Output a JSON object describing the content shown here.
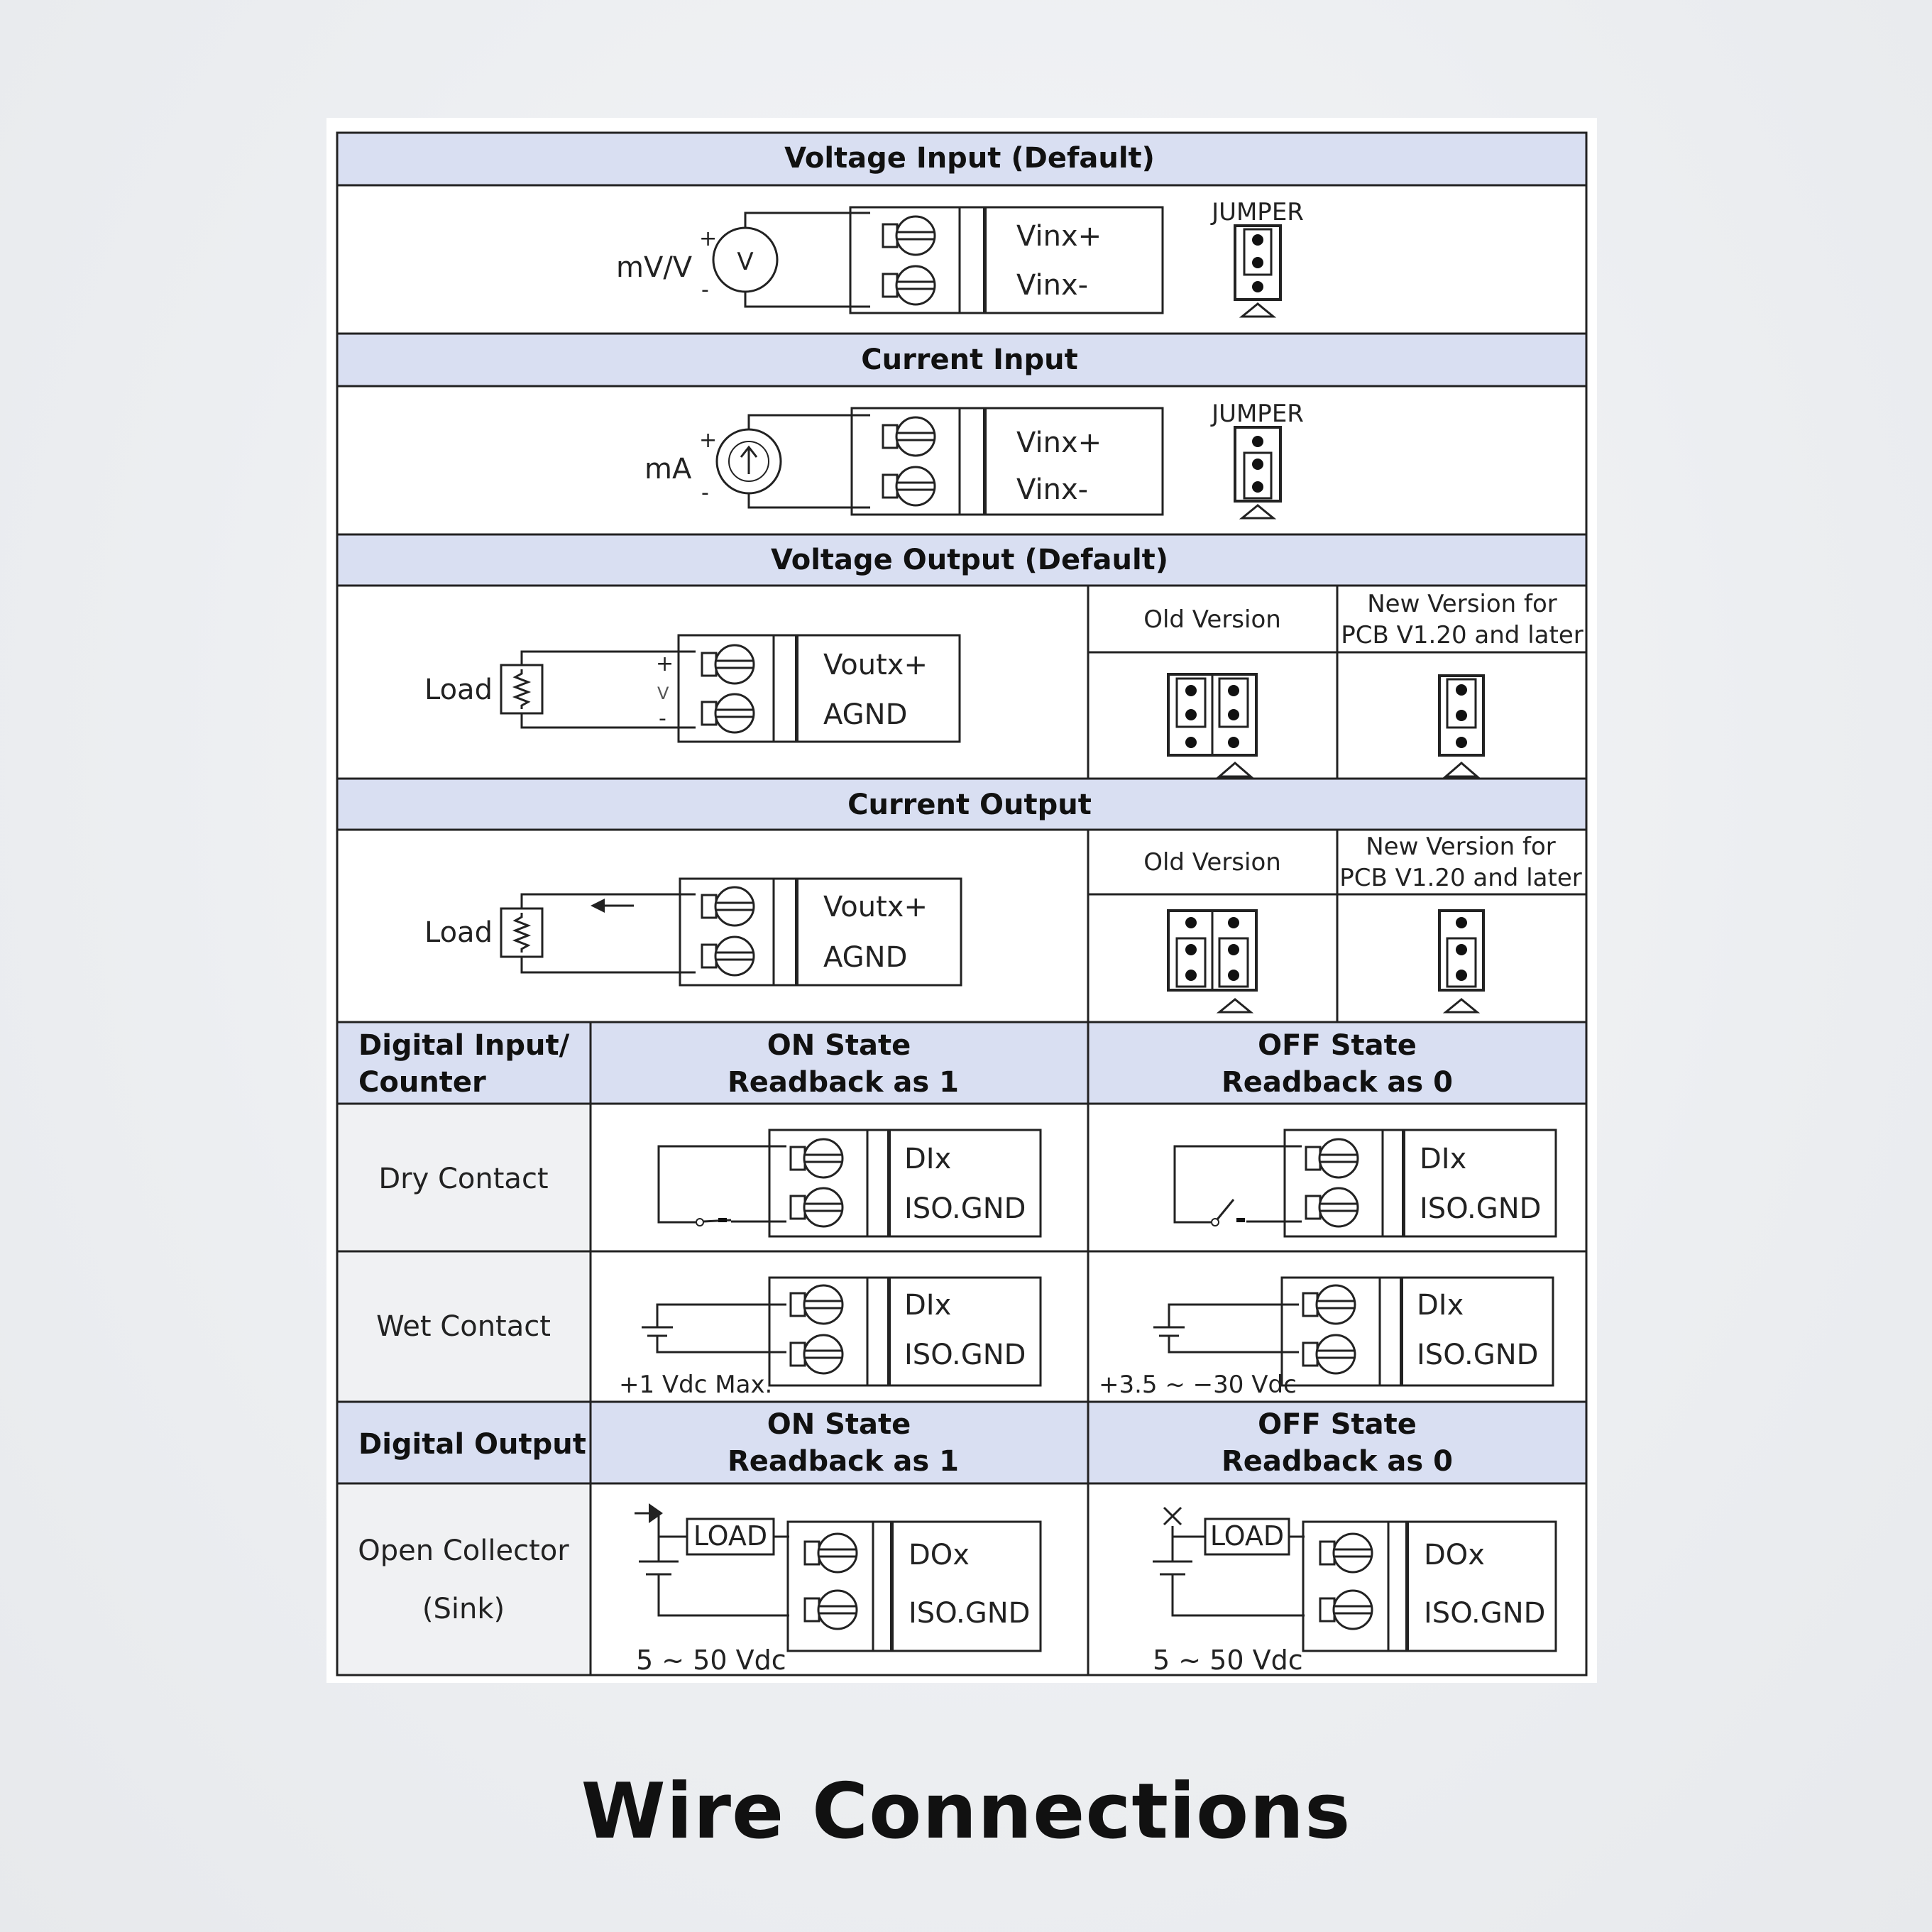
{
  "caption": "Wire Connections",
  "colors": {
    "header_bg": "#d9dff2",
    "label_bg": "#f0f1f3",
    "line": "#222222",
    "panel": "#ffffff"
  },
  "sections": {
    "voltage_input": {
      "title": "Voltage Input (Default)",
      "source": "mV/V",
      "meter": "V",
      "plus": "+",
      "minus": "-",
      "terminal_top": "Vinx+",
      "terminal_bottom": "Vinx-",
      "jumper": "JUMPER"
    },
    "current_input": {
      "title": "Current Input",
      "source": "mA",
      "plus": "+",
      "minus": "-",
      "terminal_top": "Vinx+",
      "terminal_bottom": "Vinx-",
      "jumper": "JUMPER"
    },
    "voltage_output": {
      "title": "Voltage Output (Default)",
      "load": "Load",
      "plus": "+",
      "mid": "V",
      "minus": "-",
      "terminal_top": "Voutx+",
      "terminal_bottom": "AGND",
      "old_version": "Old Version",
      "new_version_line1": "New Version for",
      "new_version_line2": "PCB V1.20 and later"
    },
    "current_output": {
      "title": "Current Output",
      "load": "Load",
      "terminal_top": "Voutx+",
      "terminal_bottom": "AGND",
      "old_version": "Old Version",
      "new_version_line1": "New Version for",
      "new_version_line2": "PCB V1.20 and later"
    },
    "digital_input": {
      "header_line1": "Digital Input/",
      "header_line2": "Counter",
      "on_line1": "ON State",
      "on_line2": "Readback as 1",
      "off_line1": "OFF State",
      "off_line2": "Readback as 0",
      "dry": "Dry Contact",
      "wet": "Wet Contact",
      "terminal_top": "DIx",
      "terminal_bottom": "ISO.GND",
      "wet_on_supply": "+1 Vdc Max.",
      "wet_off_supply": "+3.5 ~ −30 Vdc"
    },
    "digital_output": {
      "header": "Digital Output",
      "on_line1": "ON State",
      "on_line2": "Readback as 1",
      "off_line1": "OFF State",
      "off_line2": "Readback as 0",
      "row_line1": "Open Collector",
      "row_line2": "(Sink)",
      "load": "LOAD",
      "terminal_top": "DOx",
      "terminal_bottom": "ISO.GND",
      "supply": "5 ~ 50 Vdc"
    }
  }
}
